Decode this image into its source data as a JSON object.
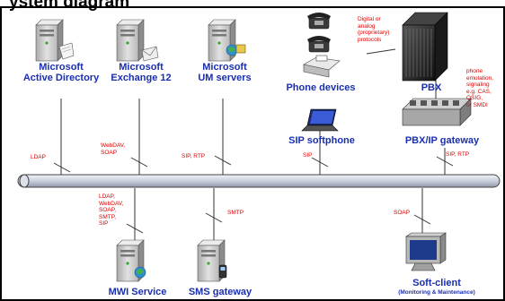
{
  "title": "ystem diagram",
  "nodes": {
    "ad": "Microsoft\nActive Directory",
    "exchange": "Microsoft\nExchange 12",
    "um": "Microsoft\nUM servers",
    "phone_devices": "Phone devices",
    "pbx": "PBX",
    "sip_softphone": "SIP softphone",
    "pbx_gateway": "PBX/IP gateway",
    "mwi": "MWI Service",
    "sms": "SMS gateway",
    "soft_client": "Soft-client",
    "soft_client_sub": "(Monitoring & Maintenance)"
  },
  "protocols": {
    "ldap": "LDAP",
    "webdav_soap": "WebDAV,\nSOAP",
    "sip_rtp_um": "SIP, RTP",
    "sip": "SIP",
    "sip_rtp_gw": "SIP, RTP",
    "digital_analog": "Digital or\nanalog\n(proprietary)\nprotocols",
    "phone_emulation": "phone\nemulation,\nsignaling\ne.g. CAS,\nQSIG,\nor SMDI",
    "mwi_protocols": "LDAP,\nWebDAV,\nSOAP,\nSMTP,\nSIP",
    "smtp": "SMTP",
    "soap": "SOAP"
  },
  "colors": {
    "label": "#1a2fb0",
    "protocol": "#e00000",
    "bus": "#c9cfdb"
  }
}
